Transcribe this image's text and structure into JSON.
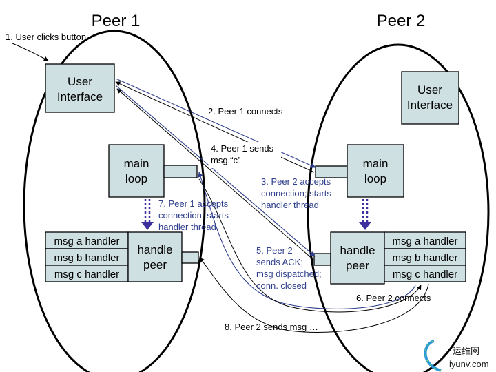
{
  "peer1": {
    "title": "Peer 1",
    "ui": [
      "User",
      "Interface"
    ],
    "main_loop": [
      "main",
      "loop"
    ],
    "handle_peer": [
      "handle",
      "peer"
    ],
    "handlers": [
      "msg a handler",
      "msg b handler",
      "msg c handler"
    ]
  },
  "peer2": {
    "title": "Peer 2",
    "ui": [
      "User",
      "Interface"
    ],
    "main_loop": [
      "main",
      "loop"
    ],
    "handle_peer": [
      "handle",
      "peer"
    ],
    "handlers": [
      "msg a handler",
      "msg b handler",
      "msg c handler"
    ]
  },
  "steps": {
    "s1": [
      "1. User clicks button"
    ],
    "s2": [
      "2. Peer 1 connects"
    ],
    "s3": [
      "3. Peer 2 accepts",
      "connection; starts",
      "handler thread"
    ],
    "s4": [
      "4. Peer 1 sends",
      "msg “c”"
    ],
    "s5": [
      "5. Peer 2",
      "sends ACK;",
      "msg dispatched;",
      "conn. closed"
    ],
    "s6": [
      "6. Peer 2 connects"
    ],
    "s7": [
      "7. Peer 1 accepts",
      "connection; starts",
      "handler thread"
    ],
    "s8": [
      "8. Peer 2 sends msg …"
    ]
  },
  "watermark": {
    "cn": "运维网",
    "url": "iyunv.com"
  },
  "colors": {
    "box_fill": "#cfe0e3",
    "step_text_blue": "#2e3e8c",
    "arrow_blue": "#2e3e8c",
    "dashed_arrow": "#3d2f9c"
  }
}
